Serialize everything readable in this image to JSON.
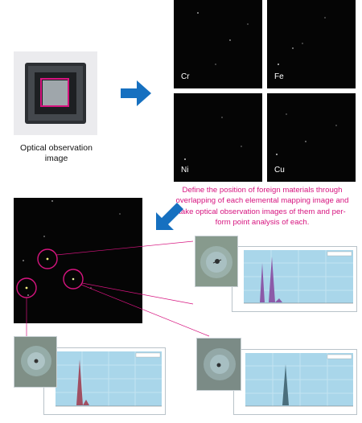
{
  "optical": {
    "caption_line1": "Optical observation",
    "caption_line2": "image"
  },
  "maps": [
    {
      "label": "Cr"
    },
    {
      "label": "Fe"
    },
    {
      "label": "Ni"
    },
    {
      "label": "Cu"
    }
  ],
  "note": {
    "lines": [
      "Define the position of foreign materials through",
      "overlapping of each elemental mapping image and",
      "take optical observation images of them and per-",
      "form point analysis of each."
    ]
  },
  "colors": {
    "accent": "#d6147f",
    "arrow": "#1670c0",
    "spectrum_bg": "#a9d6ea"
  },
  "icons": {
    "arrow_right": "arrow-right-icon",
    "arrow_down_left": "arrow-down-left-icon"
  }
}
